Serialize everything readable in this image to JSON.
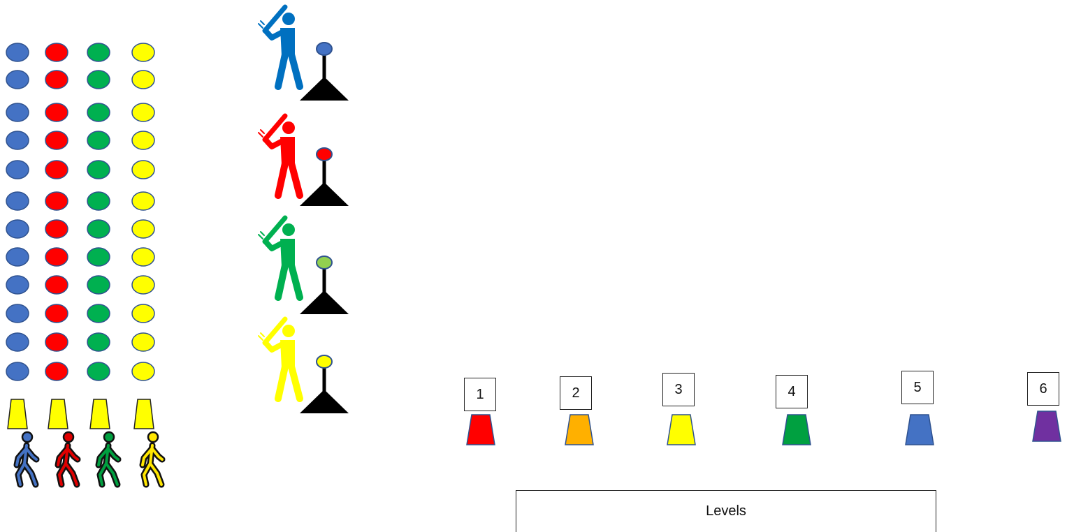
{
  "ball_columns": [
    {
      "color": "blue",
      "fill": "#4472C4",
      "count": 12
    },
    {
      "color": "red",
      "fill": "#FF0000",
      "count": 12
    },
    {
      "color": "green",
      "fill": "#00B050",
      "count": 12
    },
    {
      "color": "yellow",
      "fill": "#FFFF00",
      "count": 12
    }
  ],
  "walkers": [
    {
      "color": "blue",
      "fill": "#4472C4",
      "icon": "walking-person-icon",
      "cone_icon": "cone-icon"
    },
    {
      "color": "red",
      "fill": "#E00000",
      "icon": "walking-person-icon",
      "cone_icon": "cone-icon"
    },
    {
      "color": "green",
      "fill": "#00A040",
      "icon": "walking-person-icon",
      "cone_icon": "cone-icon"
    },
    {
      "color": "yellow",
      "fill": "#FFE600",
      "icon": "walking-person-icon",
      "cone_icon": "cone-icon"
    }
  ],
  "batters": [
    {
      "color": "blue",
      "fill": "#0070C0",
      "ball_fill": "#4472C4",
      "icon": "batter-icon",
      "tee_icon": "batting-tee-icon"
    },
    {
      "color": "red",
      "fill": "#FF0000",
      "ball_fill": "#FF0000",
      "icon": "batter-icon",
      "tee_icon": "batting-tee-icon"
    },
    {
      "color": "green",
      "fill": "#00B050",
      "ball_fill": "#92D050",
      "icon": "batter-icon",
      "tee_icon": "batting-tee-icon"
    },
    {
      "color": "yellow",
      "fill": "#FFFF00",
      "ball_fill": "#FFFF00",
      "icon": "batter-icon",
      "tee_icon": "batting-tee-icon"
    }
  ],
  "levels": [
    {
      "label": "1",
      "cone_color": "red",
      "cone_fill": "#FF0000"
    },
    {
      "label": "2",
      "cone_color": "orange",
      "cone_fill": "#FFB000"
    },
    {
      "label": "3",
      "cone_color": "yellow",
      "cone_fill": "#FFFF00"
    },
    {
      "label": "4",
      "cone_color": "green",
      "cone_fill": "#00A040"
    },
    {
      "label": "5",
      "cone_color": "blue",
      "cone_fill": "#4472C4"
    },
    {
      "label": "6",
      "cone_color": "purple",
      "cone_fill": "#7030A0"
    }
  ],
  "levels_label": "Levels"
}
